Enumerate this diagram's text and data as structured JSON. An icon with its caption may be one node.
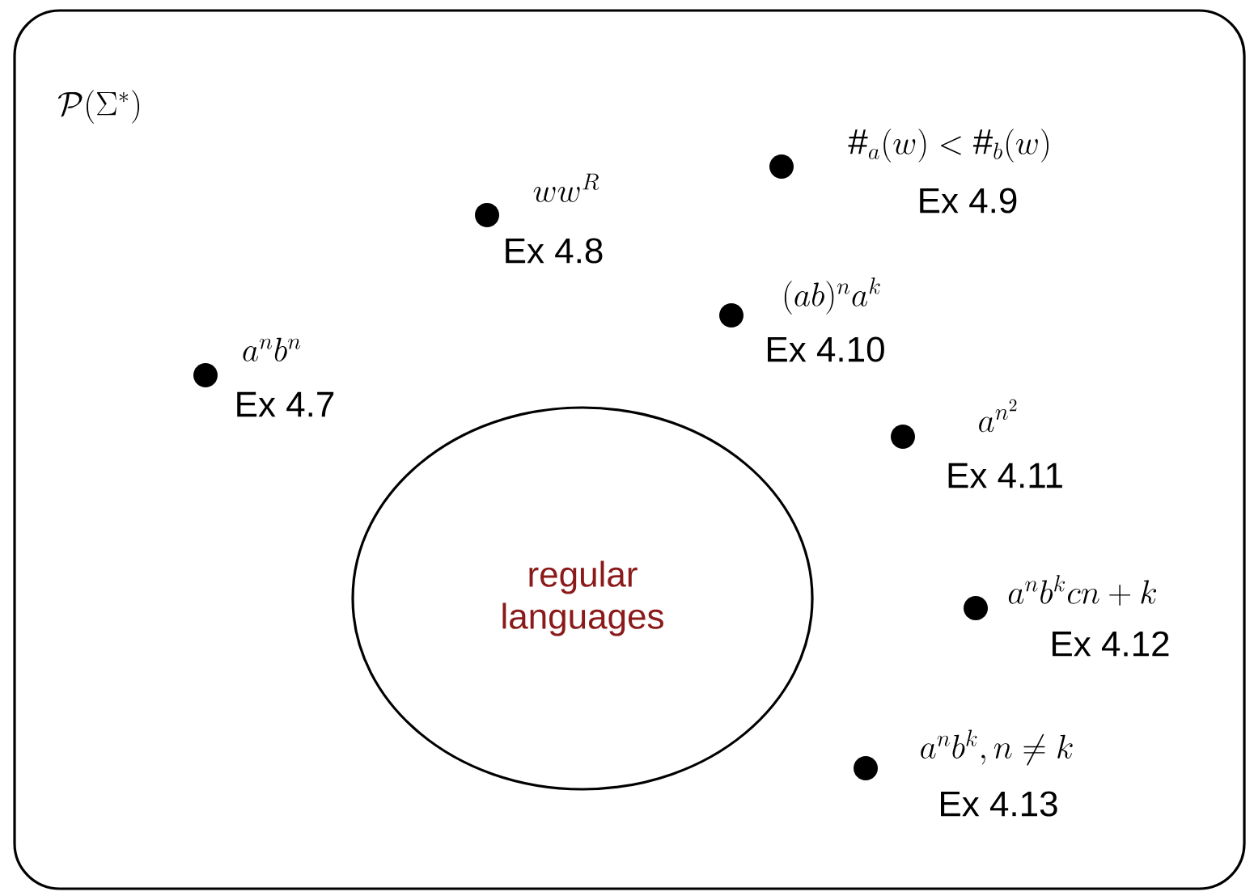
{
  "diagram": {
    "nodes": [
      {
        "text": [
          "\\mathcal{P}(\\Sigma^*)"
        ]
      },
      {
        "text": [
          "regular languages"
        ],
        "in": 0
      },
      {
        "text": [],
        "shape": "circle",
        "in": 0,
        "beside": [
          "a^nb^n",
          "Ex 4.7"
        ]
      },
      {
        "text": [],
        "shape": "circle",
        "in": 0,
        "beside": [
          "ww^R",
          "Ex 4.8"
        ]
      },
      {
        "text": [],
        "shape": "circle",
        "in": 0,
        "beside": [
          "\\#_a(w) < \\#_b(w)",
          "Ex 4.9"
        ]
      },
      {
        "text": [],
        "shape": "circle",
        "in": 0,
        "beside": [
          "(ab)^na^k",
          "Ex 4.10"
        ]
      },
      {
        "text": [],
        "shape": "circle",
        "in": 0,
        "beside": [
          "a^{n^2}",
          "Ex 4.11"
        ]
      },
      {
        "text": [],
        "shape": "circle",
        "in": 0,
        "beside": [
          "a^nb^kcn+k",
          "Ex 4.12"
        ]
      },
      {
        "text": [],
        "shape": "circle",
        "in": 0,
        "beside": [
          "a^nb^k, n \\neq k",
          "Ex 4.13"
        ]
      }
    ]
  }
}
